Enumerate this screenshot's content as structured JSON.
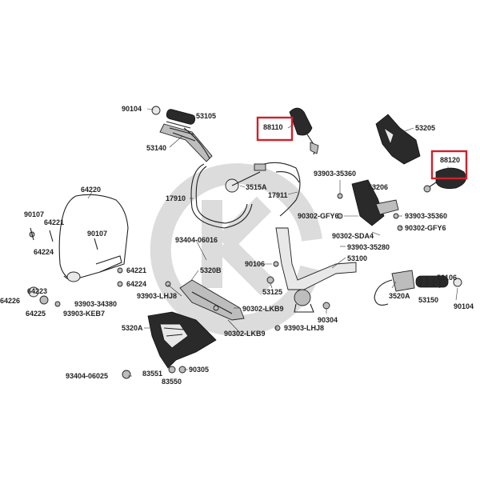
{
  "labels": {
    "l_90104a": "90104",
    "l_53105": "53105",
    "l_53140": "53140",
    "l_88110": "88110",
    "l_53205": "53205",
    "l_88120": "88120",
    "l_64220": "64220",
    "l_17910": "17910",
    "l_3515A": "3515A",
    "l_17911": "17911",
    "l_93903_35360a": "93903-35360",
    "l_53206": "53206",
    "l_90107a": "90107",
    "l_64221a": "64221",
    "l_64224a": "64224",
    "l_90107b": "90107",
    "l_90302_GFY6a": "90302-GFY6",
    "l_93903_35360b": "93903-35360",
    "l_90302_GFY6b": "90302-GFY6",
    "l_90302_SDA4": "90302-SDA4",
    "l_93404_06016": "93404-06016",
    "l_93903_35280": "93903-35280",
    "l_53100": "53100",
    "l_90106": "90106",
    "l_64221b": "64221",
    "l_64224b": "64224",
    "l_5320B": "5320B",
    "l_53106": "53106",
    "l_64223": "64223",
    "l_93903_LHJ8a": "93903-LHJ8",
    "l_53125": "53125",
    "l_3520A": "3520A",
    "l_53150": "53150",
    "l_90104b": "90104",
    "l_64226": "64226",
    "l_93903_34380": "93903-34380",
    "l_64225": "64225",
    "l_93903_KEB7": "93903-KEB7",
    "l_90302_LKB9a": "90302-LKB9",
    "l_90304": "90304",
    "l_5320A": "5320A",
    "l_93903_LHJ8b": "93903-LHJ8",
    "l_90302_LKB9b": "90302-LKB9",
    "l_93404_06025": "93404-06025",
    "l_90305": "90305",
    "l_83551": "83551",
    "l_83550": "83550"
  },
  "highlight_color": "#d0202a"
}
